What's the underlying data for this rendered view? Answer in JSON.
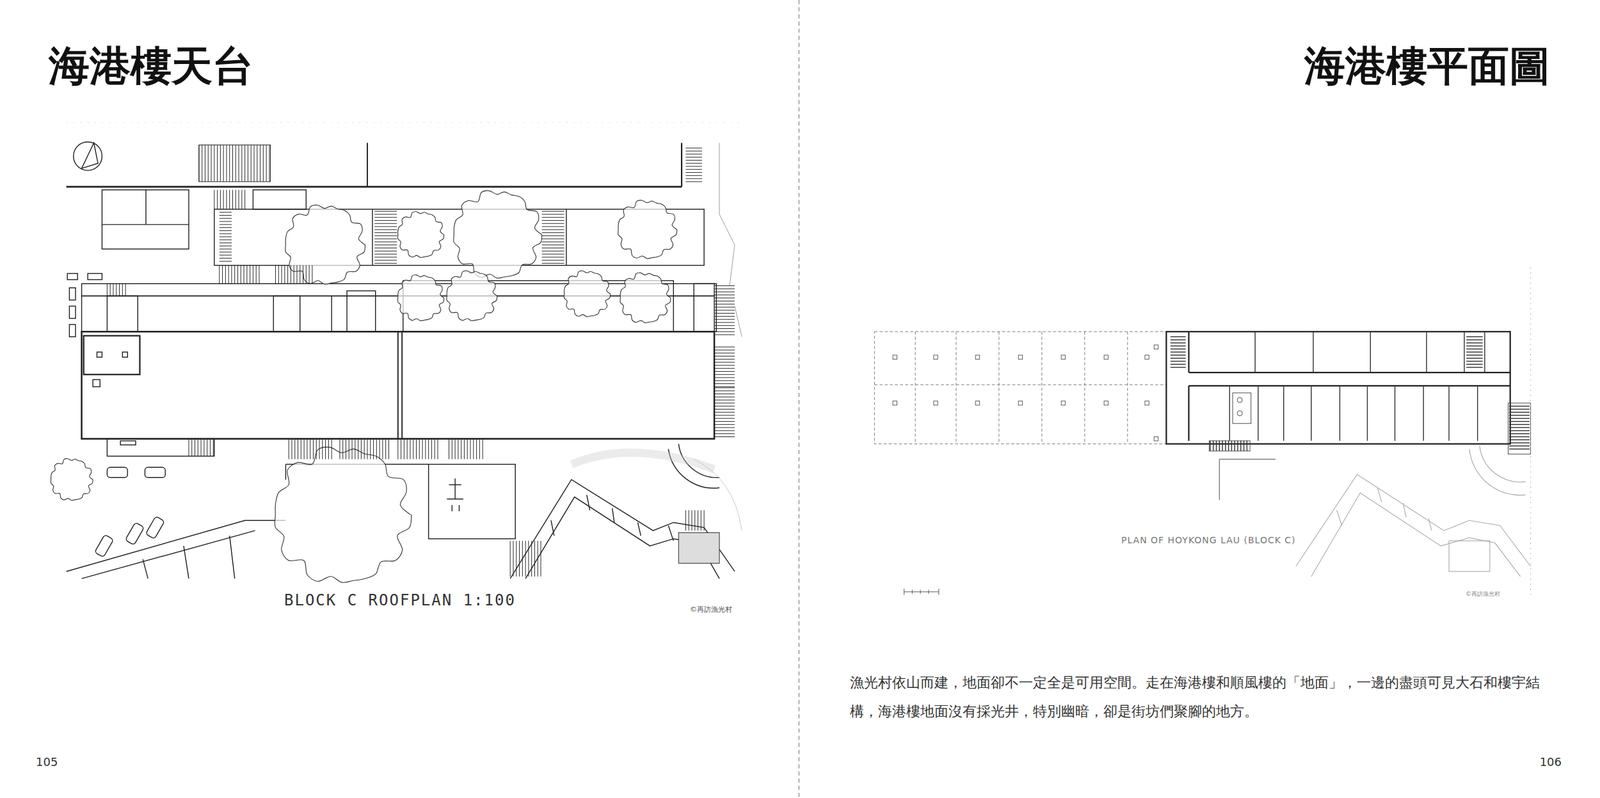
{
  "diagram": {
    "title": "海港樓天台",
    "labels": [
      "海港樓平面圖",
      "BLOCK C ROOFPLAN 1:100",
      "©再訪漁光村",
      "PLAN OF HOYKONG LAU (BLOCK C)",
      "©再訪漁光村",
      "漁光村依山而建，地面卻不一定全是可用空間。走在海港樓和順風樓的「地面」，一邊的盡頭可見大石和樓宇結構，海港樓地面沒有採光井，特別幽暗，卻是街坊們聚腳的地方。",
      "105",
      "106"
    ]
  }
}
